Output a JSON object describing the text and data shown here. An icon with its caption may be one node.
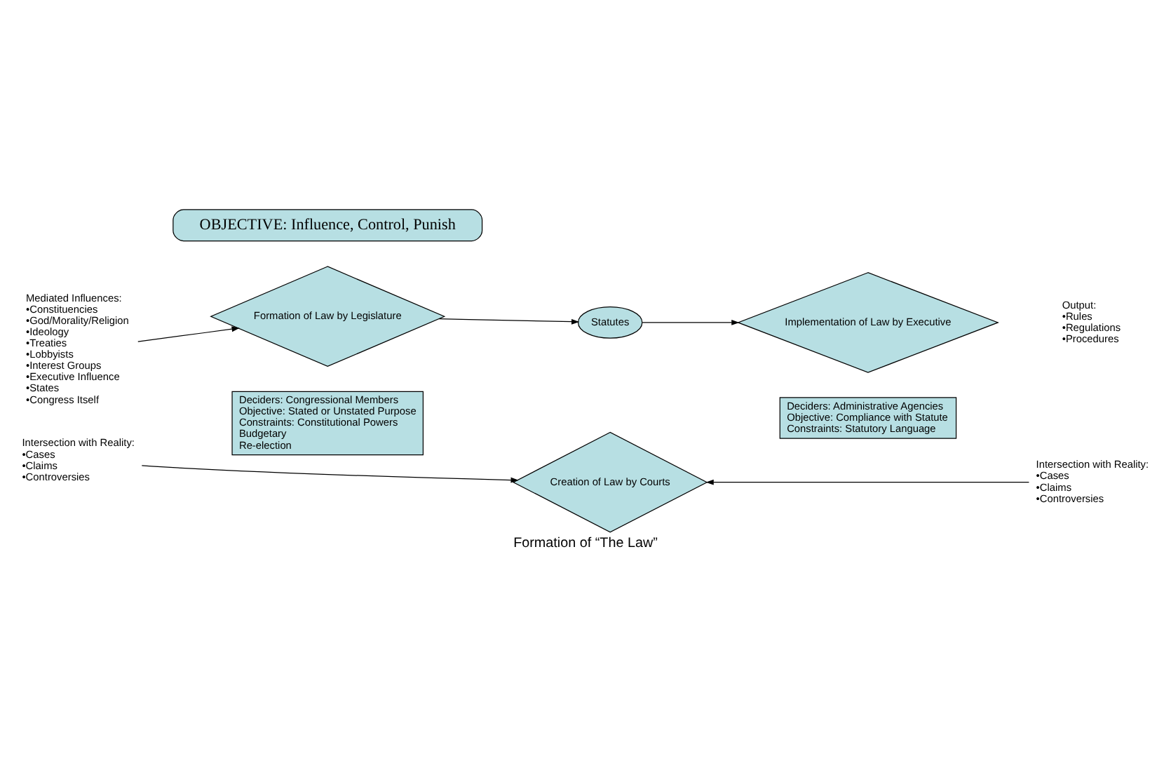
{
  "diagram": {
    "caption": "Formation of “The Law”",
    "nodes": [
      {
        "text": [
          "Mediated Influences:",
          "•Constituencies",
          "•God/Morality/Religion",
          "•Ideology",
          "•Treaties",
          "•Lobbyists",
          "•Interest Groups",
          "•Executive Influence",
          "•States",
          "•Congress Itself"
        ]
      },
      {
        "text": [
          "OBJECTIVE: Influence, Control, Punish"
        ]
      },
      {
        "text": [
          "Formation of Law by Legislature"
        ]
      },
      {
        "text": [
          "Statutes"
        ]
      },
      {
        "text": [
          "Implementation of Law by Executive"
        ]
      },
      {
        "text": [
          "Deciders: Congressional Members",
          "Objective: Stated or Unstated Purpose",
          "Constraints: Constitutional Powers",
          "Budgetary",
          "Re-election"
        ]
      },
      {
        "text": [
          "Deciders: Administrative Agencies",
          "Objective: Compliance with Statute",
          "Constraints: Statutory Language"
        ]
      },
      {
        "text": [
          "Intersection with Reality:",
          "•Cases",
          "•Claims",
          "•Controversies"
        ]
      },
      {
        "text": [
          "Creation of Law by Courts"
        ]
      },
      {
        "text": [
          "Intersection with Reality:",
          "•Cases",
          "•Claims",
          "•Controversies"
        ]
      }
    ],
    "edges": [
      {
        "from": 0,
        "to": 2,
        "arrow": "to"
      },
      {
        "from": 2,
        "to": 3,
        "arrow": "to"
      },
      {
        "from": 3,
        "to": 4,
        "arrow": "to"
      },
      {
        "from": 7,
        "to": 8,
        "arrow": "to"
      },
      {
        "from": 9,
        "to": 8,
        "arrow": "to"
      }
    ],
    "labels": [
      "Output:",
      "•Rules",
      "•Regulations",
      "•Procedures"
    ]
  }
}
